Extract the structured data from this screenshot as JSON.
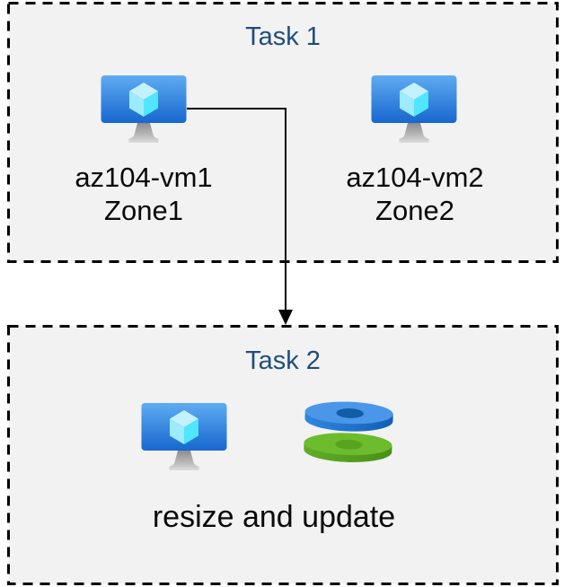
{
  "diagram": {
    "background_color": "#ffffff",
    "box_fill_color": "#f2f2f2",
    "box_border_color": "#000000",
    "title_color": "#1f4e79",
    "label_color": "#0a0a0a",
    "arrow_color": "#000000"
  },
  "task1": {
    "title": "Task 1",
    "vms": [
      {
        "name": "az104-vm1",
        "zone": "Zone1",
        "icon": "azure-virtual-machine-icon"
      },
      {
        "name": "az104-vm2",
        "zone": "Zone2",
        "icon": "azure-virtual-machine-icon"
      }
    ]
  },
  "task2": {
    "title": "Task 2",
    "caption": "resize and update",
    "icons": [
      "azure-virtual-machine-icon",
      "azure-disks-icon"
    ]
  },
  "connector": {
    "from": "az104-vm1",
    "to": "Task 2",
    "style": "elbow-arrow-down"
  }
}
